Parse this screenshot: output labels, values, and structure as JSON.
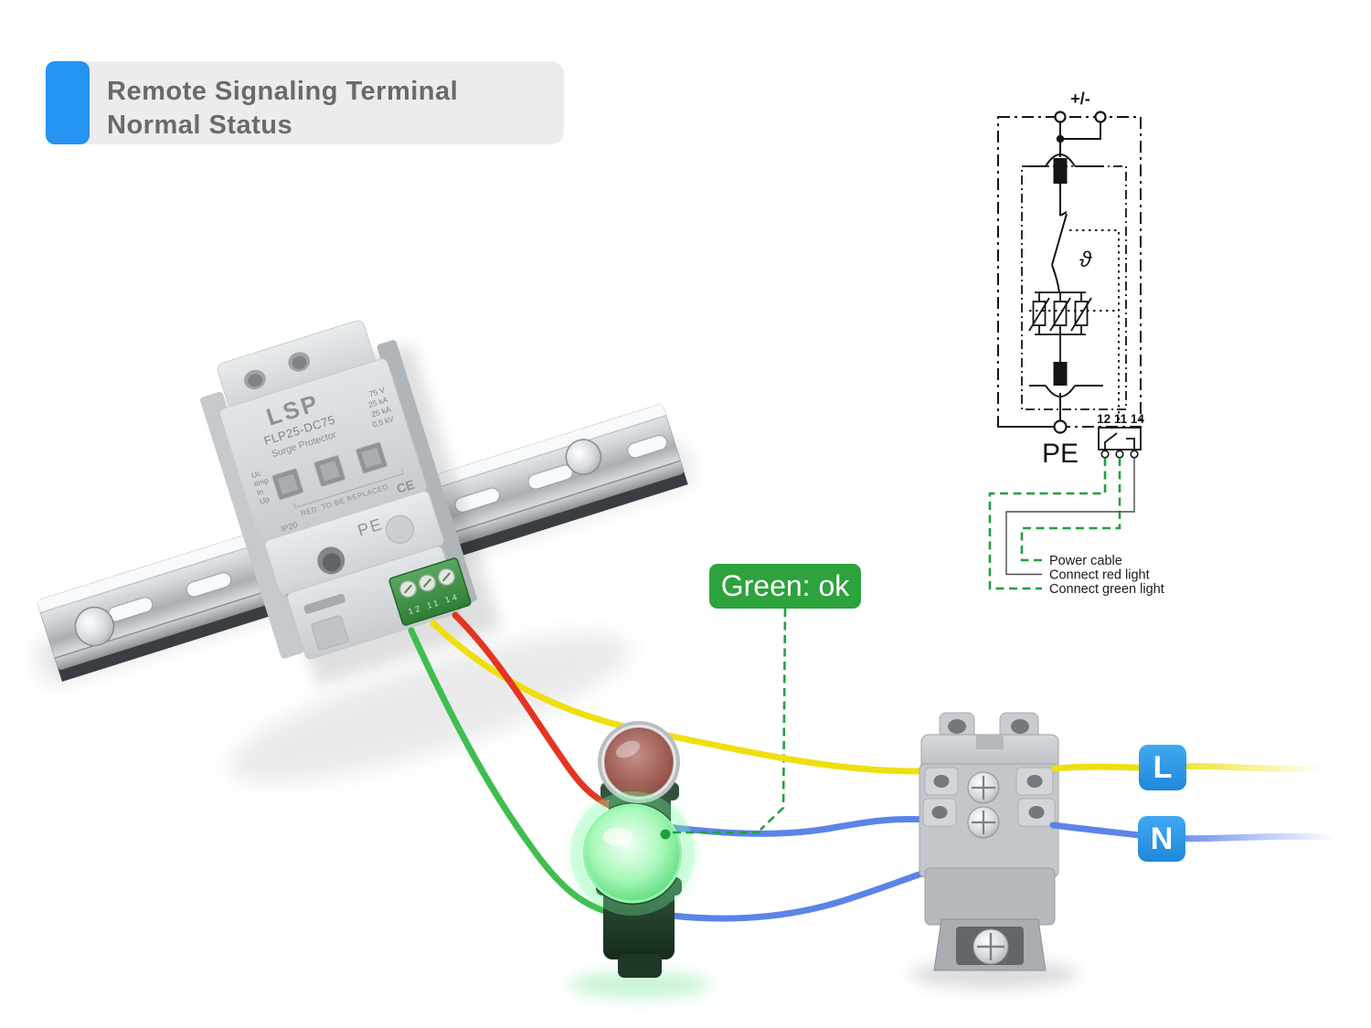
{
  "title": {
    "line1": "Remote Signaling Terminal",
    "line2": "Normal Status"
  },
  "device": {
    "brand": "LSP",
    "model": "FLP25-DC75",
    "product_type": "Surge Protector",
    "spec_labels": [
      "Uc",
      "Iimp",
      "In",
      "Up"
    ],
    "spec_values": [
      "75 V",
      "25 kA",
      "25 kA",
      "0.5 kV"
    ],
    "replace_note": "RED: TO BE REPLACED",
    "ce_mark": "CE",
    "ip_rating": "IP20",
    "pe_label": "PE",
    "terminal_numbers": "12 11 14"
  },
  "schematic": {
    "polarity_label": "+/-",
    "theta_symbol": "ϑ",
    "pe_label": "PE",
    "relay_terminals": "12 11 14",
    "legend": [
      {
        "label": "Power cable"
      },
      {
        "label": "Connect red light"
      },
      {
        "label": "Connect green light"
      }
    ]
  },
  "callout": {
    "text": "Green: ok"
  },
  "wire_labels": {
    "line": "L",
    "neutral": "N"
  },
  "colors": {
    "accent_blue": "#2493f1",
    "label_blue": "#2d9bea",
    "callout_green": "#2ca33c",
    "schematic_wire_green": "#21a13c",
    "wire_yellow": "#efdf10",
    "wire_red": "#e53422",
    "wire_green": "#3fbe4f",
    "wire_blue": "#5c83e9"
  }
}
